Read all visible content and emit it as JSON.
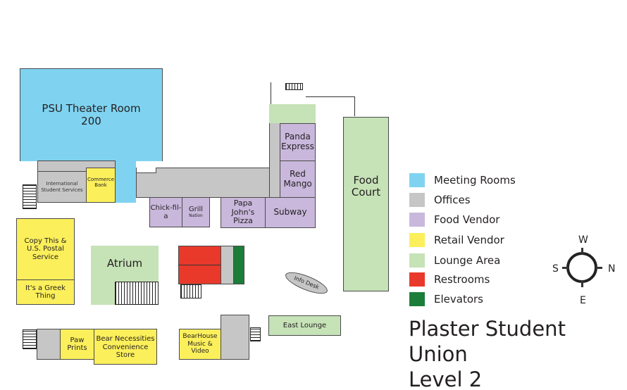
{
  "title": {
    "line1": "Plaster Student Union",
    "line2": "Level 2"
  },
  "colors": {
    "meeting": "#7fd3f1",
    "offices": "#c6c6c6",
    "food": "#c9b8dc",
    "retail": "#fbef5b",
    "lounge": "#c6e2b7",
    "restrooms": "#e8392b",
    "elevators": "#1c7d3a"
  },
  "legend": [
    "Meeting Rooms",
    "Offices",
    "Food Vendor",
    "Retail Vendor",
    "Lounge Area",
    "Restrooms",
    "Elevators"
  ],
  "rooms": {
    "theater": "PSU Theater Room 200",
    "intl": "International Student Services",
    "commerce": "Commerce Bank",
    "chick": "Chick-fil-a",
    "grill": "Grill",
    "grill_sub": "Nation",
    "papa": "Papa John's Pizza",
    "subway": "Subway",
    "panda": "Panda Express",
    "redmango": "Red Mango",
    "foodcourt": "Food Court",
    "copy": "Copy This & U.S. Postal Service",
    "greek": "It's a Greek Thing",
    "atrium": "Atrium",
    "info": "Info Desk",
    "east": "East Lounge",
    "paw": "Paw Prints",
    "bear": "Bear Necessities Convenience Store",
    "bearhouse": "BearHouse Music & Video"
  },
  "compass": {
    "n": "N",
    "s": "S",
    "e": "E",
    "w": "W"
  }
}
